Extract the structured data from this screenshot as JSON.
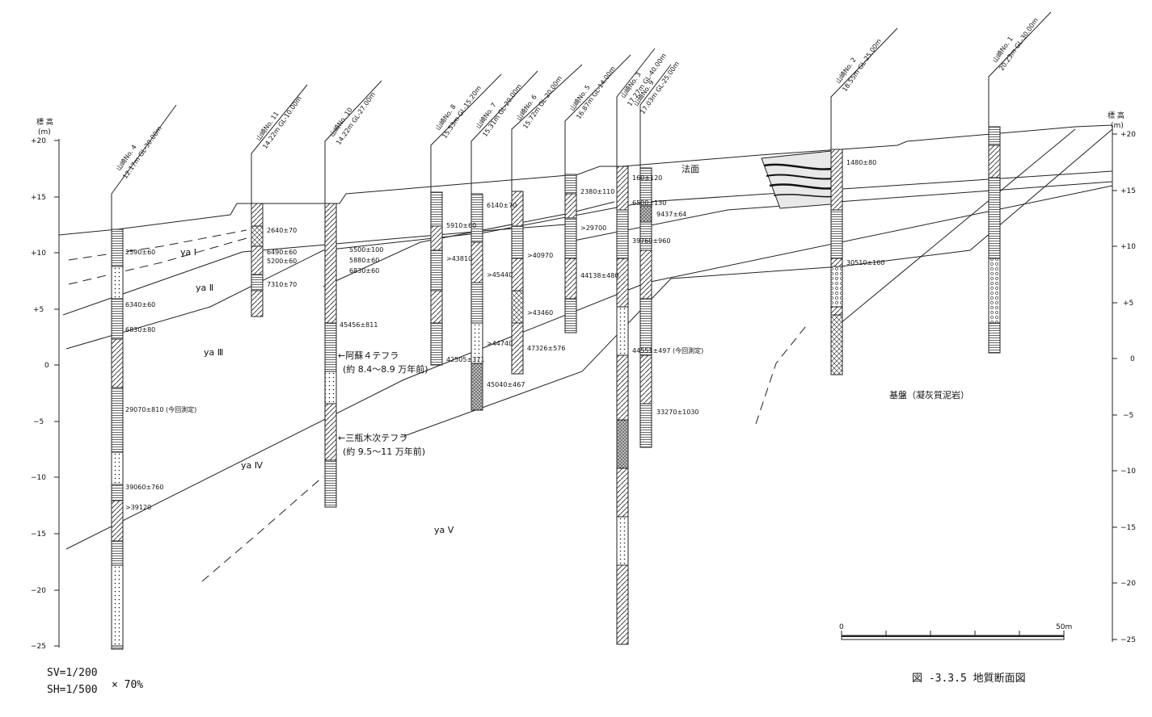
{
  "axis": {
    "header_left": "標 高",
    "header_right": "標 高",
    "unit": "(m)",
    "left_ticks": [
      "+20",
      "+15",
      "+10",
      "+5",
      "0",
      "−5",
      "−10",
      "−15",
      "−20",
      "−25"
    ],
    "right_ticks": [
      "+20",
      "+15",
      "+10",
      "+5",
      "0",
      "−5",
      "−10",
      "−15",
      "−20",
      "−25"
    ]
  },
  "units": {
    "ya1": "ya Ⅰ",
    "ya2": "ya Ⅱ",
    "ya3": "ya Ⅲ",
    "ya4": "ya Ⅳ",
    "ya5": "ya Ⅴ",
    "basement": "基盤（凝灰質泥岩）"
  },
  "tephra": {
    "aso4_line1": "←阿蘇４テフラ",
    "aso4_line2": "(約 8.4～8.9 万年前)",
    "sanpei_line1": "←三瓶木次テフラ",
    "sanpei_line2": "(約 9.5～11 万年前)"
  },
  "labels": {
    "slope": "法面",
    "figure_title": "図 -3.3.5  地質断面図",
    "sv": "SV=1/200",
    "sh": "SH=1/500",
    "reduction": "× 70%"
  },
  "scale_bar": {
    "zero": "0",
    "end": "50m"
  },
  "boreholes": [
    {
      "name": "山崎No. 4",
      "header": "12.17m  GL-30.00m"
    },
    {
      "name": "山崎No. 11",
      "header": "14.22m  GL-10.00m"
    },
    {
      "name": "山崎No. 10",
      "header": "14.22m  GL-27.00m"
    },
    {
      "name": "山崎No. 8",
      "header": "15.53m  GL-15.20m"
    },
    {
      "name": "山崎No. 7",
      "header": "15.31m  GL-20.00m"
    },
    {
      "name": "山崎No. 6",
      "header": "15.72m  GL-20.00m"
    },
    {
      "name": "山崎No. 5",
      "header": "16.87m  GL-14.00m"
    },
    {
      "name": "山崎No. 3",
      "header": "17.27m  GL-40.00m"
    },
    {
      "name": "山崎No. 9",
      "header": "17.03m  GL-25.00m"
    },
    {
      "name": "山崎No. 2",
      "header": "18.55m  GL-25.00m"
    },
    {
      "name": "山崎No. 1",
      "header": "20.23m  GL-30.00m"
    }
  ],
  "dates": {
    "b4_1": "2590±60",
    "b4_2": "6340±60",
    "b4_3": "6830±80",
    "b4_4": "29070±810 (今回測定)",
    "b4_5": "39060±760",
    "b4_6": ">39120",
    "b11_1": "2640±70",
    "b11_2": "6490±60",
    "b11_3": "5200±60",
    "b11_4": "7310±70",
    "b10_1": "5500±100",
    "b10_2": "5880±60",
    "b10_3": "6830±60",
    "b10_4": "45456±811",
    "b8_1": "5910±60",
    "b8_2": ">43810",
    "b8_3": "42505±371",
    "b7_1": "6140±70",
    "b7_2": ">45440",
    "b7_3": ">44740",
    "b7_4": "45040±467",
    "b6_1": ">40970",
    "b6_2": ">43460",
    "b6_3": "47326±576",
    "b5_1": "2380±110",
    "b5_2": ">29700",
    "b5_3": "44138±480",
    "b3_1": "160±120",
    "b3_2": "6500±130",
    "b3_3": "39760±960",
    "b3_4": "44551±497 (今回測定)",
    "b9_1": "9437±64",
    "b9_2": "33270±1030",
    "b2_1": "1480±80",
    "b2_2": "30510±160"
  }
}
